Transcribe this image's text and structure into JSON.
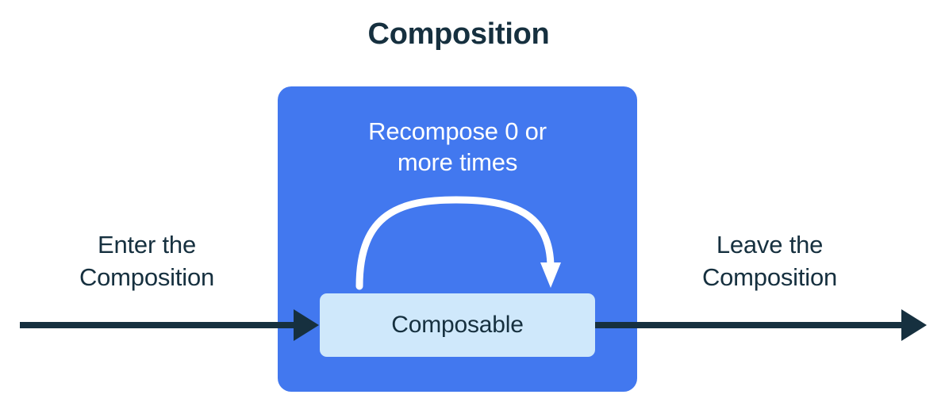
{
  "diagram": {
    "title": "Composition",
    "type": "flow-diagram",
    "colors": {
      "background": "#ffffff",
      "outer_box": "#4278ef",
      "inner_box": "#cfe8fb",
      "dark_text": "#16303f",
      "light_text": "#ffffff",
      "arrow_dark": "#16303f",
      "arrow_light": "#ffffff"
    },
    "outer_box": {
      "label": "Composition",
      "caption_line1": "Recompose 0 or",
      "caption_line2": "more times"
    },
    "inner_box": {
      "label": "Composable"
    },
    "left_label": {
      "line1": "Enter the",
      "line2": "Composition"
    },
    "right_label": {
      "line1": "Leave the",
      "line2": "Composition"
    },
    "arrows": [
      {
        "name": "enter-arrow",
        "direction": "right",
        "from": "outside-left",
        "to": "composable-box",
        "color": "#16303f"
      },
      {
        "name": "recompose-arrow",
        "direction": "clockwise-loop",
        "from": "composable-box",
        "to": "composable-box",
        "color": "#ffffff"
      },
      {
        "name": "leave-arrow",
        "direction": "right",
        "from": "composable-box",
        "to": "outside-right",
        "color": "#16303f"
      }
    ]
  }
}
